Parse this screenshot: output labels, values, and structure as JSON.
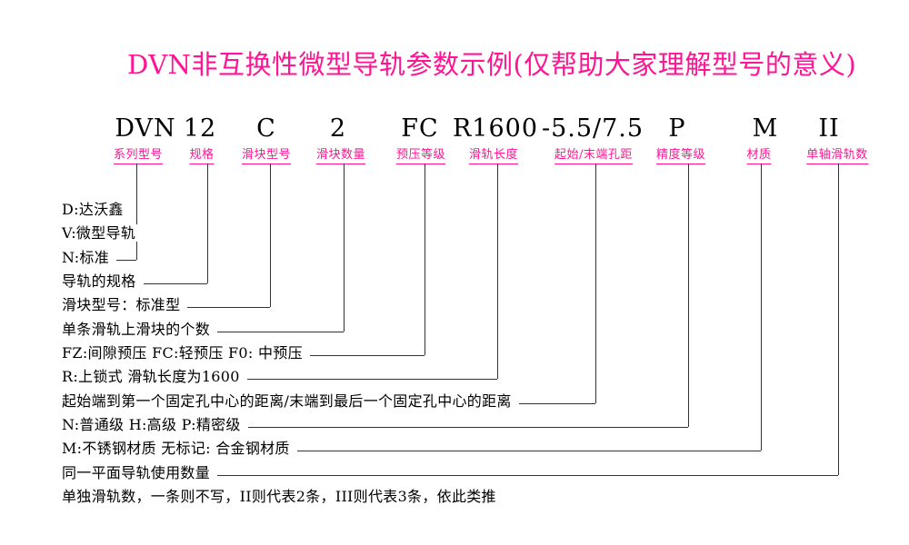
{
  "title": "DVN非互换性微型导轨参数示例(仅帮助大家理解型号的意义)",
  "colors": {
    "accent": "#ff1493",
    "ink": "#000000",
    "line": "#333333"
  },
  "model_parts": [
    {
      "code": "DVN",
      "label": "系列型号"
    },
    {
      "code": "12",
      "label": "规格"
    },
    {
      "code": "C",
      "label": "滑块型号"
    },
    {
      "code": "2",
      "label": "滑块数量"
    },
    {
      "code": "FC",
      "label": "预压等级"
    },
    {
      "code": "R1600",
      "label": "滑轨长度"
    },
    {
      "code": "-5.5/7.5",
      "label": "起始/末端孔距"
    },
    {
      "code": "P",
      "label": "精度等级"
    },
    {
      "code": "M",
      "label": "材质"
    },
    {
      "code": "II",
      "label": "单轴滑轨数"
    }
  ],
  "explanations": [
    {
      "text": "D:达沃鑫"
    },
    {
      "text": "V:微型导轨"
    },
    {
      "text": "N:标准"
    },
    {
      "text": "导轨的规格"
    },
    {
      "text": "滑块型号：标准型"
    },
    {
      "text": "单条滑轨上滑块的个数"
    },
    {
      "text": "FZ:间隙预压 FC:轻预压 F0: 中预压"
    },
    {
      "text": "R:上锁式 滑轨长度为1600"
    },
    {
      "text": "起始端到第一个固定孔中心的距离/末端到最后一个固定孔中心的距离"
    },
    {
      "text": "N:普通级 H:高级 P:精密级"
    },
    {
      "text": "M:不锈钢材质 无标记: 合金钢材质"
    },
    {
      "text": "同一平面导轨使用数量"
    },
    {
      "text": "单独滑轨数，一条则不写，II则代表2条，III则代表3条，依此类推"
    }
  ]
}
